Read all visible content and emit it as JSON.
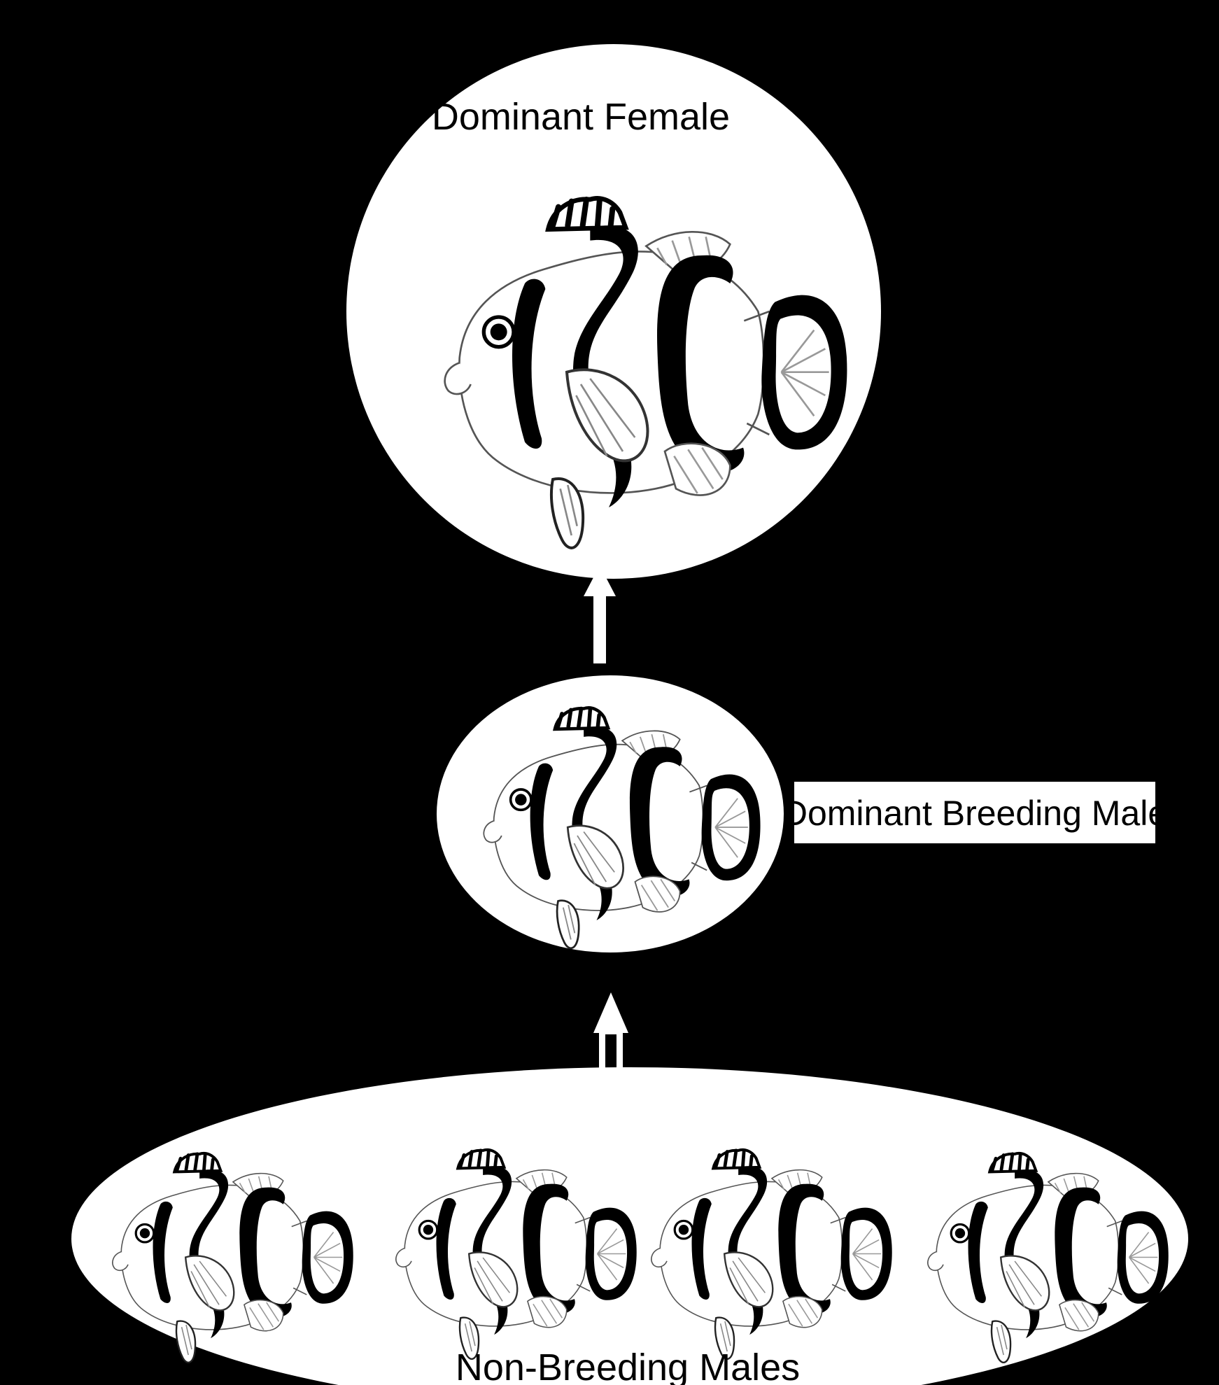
{
  "diagram": {
    "title": "",
    "levels": {
      "top": {
        "label": "Dominant Female"
      },
      "middle": {
        "label": "Dominant Breeding Male"
      },
      "bottom": {
        "label": "Non-Breeding Males"
      }
    },
    "colors": {
      "background": "#000000",
      "bubble": "#ffffff",
      "ink": "#000000",
      "fin_lines": "#777777"
    },
    "icons": {
      "fish": "clownfish-icon",
      "arrow": "arrow-up-icon"
    }
  }
}
